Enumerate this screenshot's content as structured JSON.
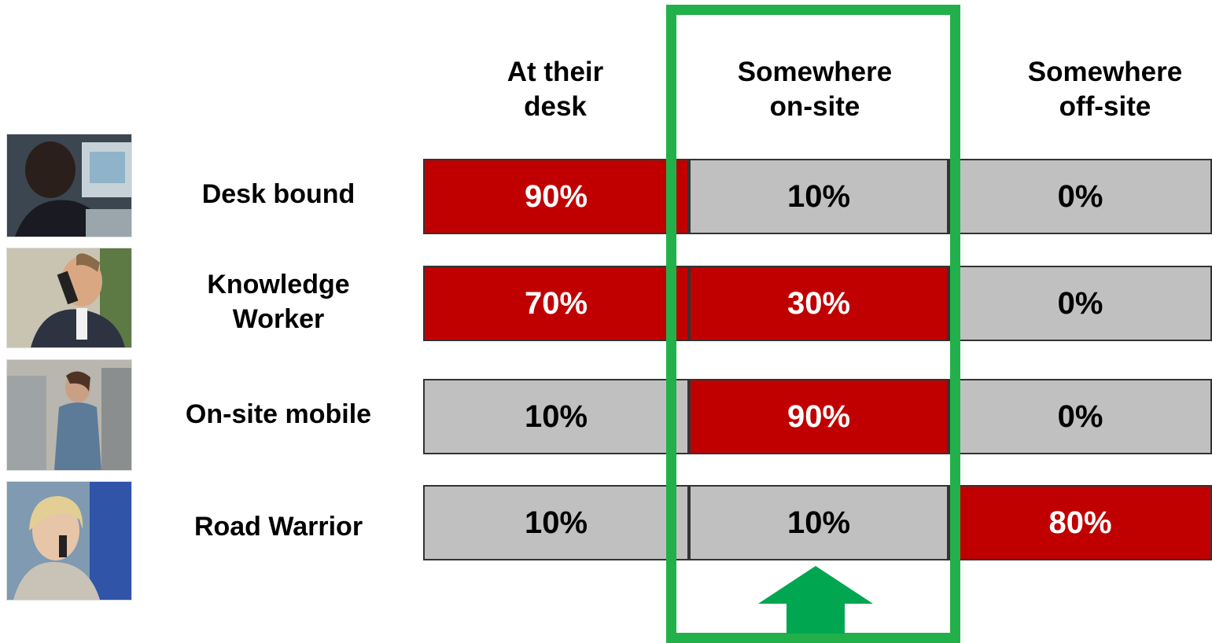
{
  "chart_data": {
    "type": "table",
    "columns": [
      "At their desk",
      "Somewhere on-site",
      "Somewhere off-site"
    ],
    "columns_display": [
      [
        "At their",
        "desk"
      ],
      [
        "Somewhere",
        "on-site"
      ],
      [
        "Somewhere",
        "off-site"
      ]
    ],
    "rows": [
      {
        "label": "Desk bound",
        "label_lines": [
          "Desk bound"
        ],
        "values": [
          90,
          10,
          0
        ],
        "display": [
          "90%",
          "10%",
          "0%"
        ],
        "highlight": [
          true,
          false,
          false
        ]
      },
      {
        "label": "Knowledge Worker",
        "label_lines": [
          "Knowledge",
          "Worker"
        ],
        "values": [
          70,
          30,
          0
        ],
        "display": [
          "70%",
          "30%",
          "0%"
        ],
        "highlight": [
          true,
          true,
          false
        ]
      },
      {
        "label": "On-site mobile",
        "label_lines": [
          "On-site mobile"
        ],
        "values": [
          10,
          90,
          0
        ],
        "display": [
          "10%",
          "90%",
          "0%"
        ],
        "highlight": [
          false,
          true,
          false
        ]
      },
      {
        "label": "Road Warrior",
        "label_lines": [
          "Road Warrior"
        ],
        "values": [
          10,
          10,
          80
        ],
        "display": [
          "10%",
          "10%",
          "80%"
        ],
        "highlight": [
          false,
          false,
          true
        ]
      }
    ],
    "highlighted_column": "Somewhere on-site",
    "unit": "%"
  },
  "colors": {
    "high": "#c00000",
    "low": "#c0c0c0",
    "highlight_frame": "#22b04a",
    "arrow": "#00a650"
  },
  "icons": [
    "desk-worker-photo",
    "knowledge-worker-photo",
    "onsite-mobile-photo",
    "road-warrior-photo",
    "up-arrow-icon"
  ]
}
